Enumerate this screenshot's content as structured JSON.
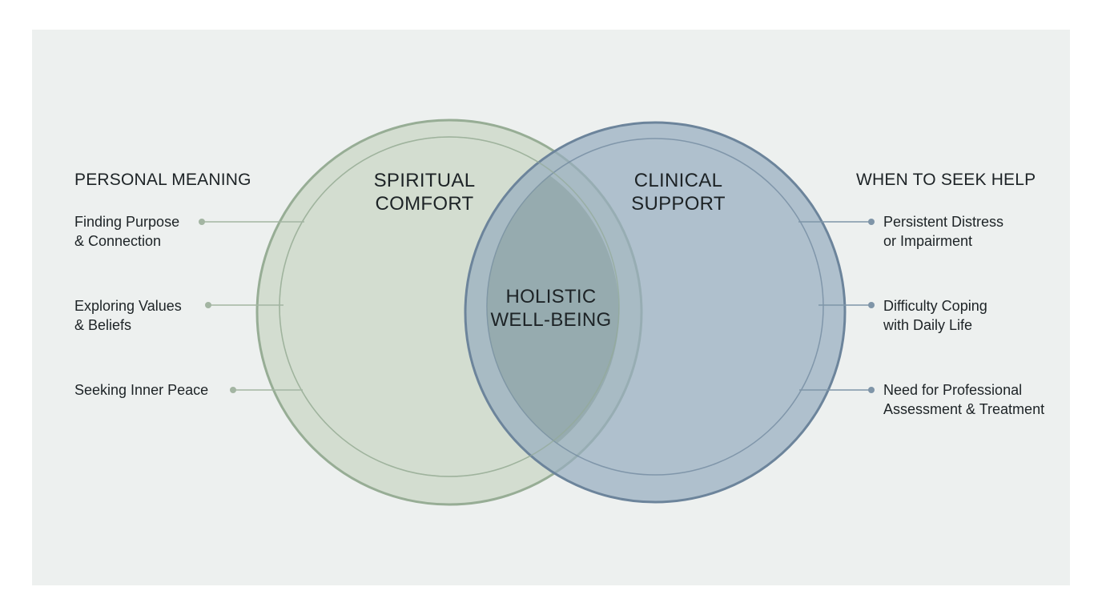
{
  "colors": {
    "background_panel": "#edf0ef",
    "left_circle_fill": "#c9d7c6",
    "left_circle_stroke": "#97ad95",
    "right_circle_fill": "#97adbf",
    "right_circle_stroke": "#6c849b",
    "overlap_fill": "#879f9f",
    "left_connector": "#a3b5a2",
    "right_connector": "#7f95a8"
  },
  "left_circle": {
    "label": "SPIRITUAL\nCOMFORT"
  },
  "right_circle": {
    "label": "CLINICAL\nSUPPORT"
  },
  "overlap": {
    "label": "HOLISTIC\nWELL-BEING"
  },
  "left_panel": {
    "heading": "PERSONAL MEANING",
    "items": [
      {
        "text": "Finding Purpose\n& Connection"
      },
      {
        "text": "Exploring Values\n& Beliefs"
      },
      {
        "text": "Seeking Inner Peace"
      }
    ]
  },
  "right_panel": {
    "heading": "WHEN TO SEEK HELP",
    "items": [
      {
        "text": "Persistent Distress\nor Impairment"
      },
      {
        "text": "Difficulty Coping\nwith Daily Life"
      },
      {
        "text": "Need for Professional\nAssessment & Treatment"
      }
    ]
  }
}
